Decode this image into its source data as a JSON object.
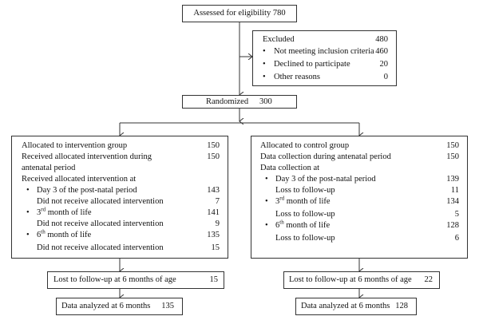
{
  "assessed": {
    "text": "Assessed for eligibility 780"
  },
  "excluded": {
    "title": "Excluded",
    "title_count": "480",
    "items": [
      {
        "bullet": "•",
        "label": "Not meeting inclusion criteria",
        "count": "460"
      },
      {
        "bullet": "•",
        "label": "Declined to participate",
        "count": "20"
      },
      {
        "bullet": "•",
        "label": "Other reasons",
        "count": "0"
      }
    ]
  },
  "randomized": {
    "label": "Randomized",
    "count": "300"
  },
  "intervention": {
    "lines": [
      {
        "label": "Allocated to intervention group",
        "count": "150"
      },
      {
        "label": "Received allocated intervention during",
        "count": "150"
      },
      {
        "label": "antenatal period",
        "count": ""
      },
      {
        "label": "Received allocated intervention at",
        "count": ""
      },
      {
        "bullet": "•",
        "label": "Day 3 of the post-natal period",
        "count": "143"
      },
      {
        "label": "Did not receive allocated intervention",
        "count": "7"
      },
      {
        "bullet": "•",
        "num": "3",
        "sup": "rd",
        "rest": " month of life",
        "count": "141"
      },
      {
        "label": "Did not receive allocated intervention",
        "count": "9"
      },
      {
        "bullet": "•",
        "num": "6",
        "sup": "th",
        "rest": " month of life",
        "count": "135"
      },
      {
        "label": "Did not receive allocated intervention",
        "count": "15"
      }
    ],
    "lost": {
      "label": "Lost to follow-up at 6 months of age",
      "count": "15"
    },
    "analyzed": {
      "label": "Data analyzed at 6 months",
      "count": "135"
    }
  },
  "control": {
    "lines": [
      {
        "label": "Allocated to control group",
        "count": "150"
      },
      {
        "label": "Data collection during antenatal period",
        "count": "150"
      },
      {
        "label": "Data collection at",
        "count": ""
      },
      {
        "bullet": "•",
        "label": "Day 3 of the post-natal period",
        "count": "139"
      },
      {
        "label": "Loss to follow-up",
        "count": "11"
      },
      {
        "bullet": "•",
        "num": "3",
        "sup": "rd",
        "rest": " month of life",
        "count": "134"
      },
      {
        "label": "Loss to follow-up",
        "count": "5"
      },
      {
        "bullet": "•",
        "num": "6",
        "sup": "th",
        "rest": " month of life",
        "count": "128"
      },
      {
        "label": "Loss to follow-up",
        "count": "6"
      }
    ],
    "lost": {
      "label": "Lost to follow-up at 6 months of age",
      "count": "22"
    },
    "analyzed": {
      "label": "Data analyzed at 6 months",
      "count": "128"
    }
  }
}
